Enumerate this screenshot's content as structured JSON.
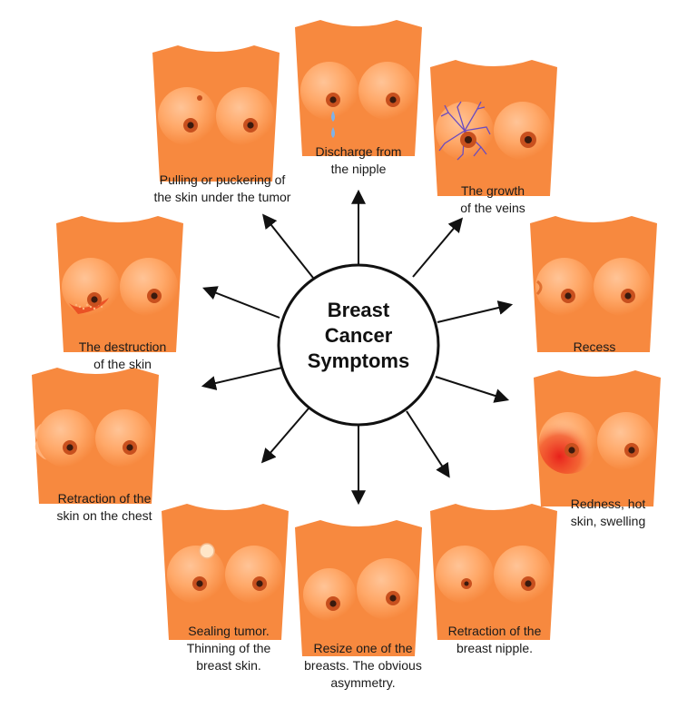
{
  "title": "Breast\nCancer\nSymptoms",
  "colors": {
    "skin": "#F7893F",
    "skin_light": "#FFB27A",
    "nipple_ring": "#C8501E",
    "nipple_center": "#3A1A0E",
    "vein": "#6A4BC0",
    "redness": "#E8211B",
    "arrow": "#111111",
    "hub_stroke": "#111111"
  },
  "symptoms": [
    {
      "id": "discharge",
      "label": "Discharge from\nthe nipple",
      "variant": "discharge"
    },
    {
      "id": "veins",
      "label": "The growth\nof the veins",
      "variant": "veins"
    },
    {
      "id": "recess",
      "label": "Recess",
      "variant": "recess"
    },
    {
      "id": "redness",
      "label": "Redness, hot\nskin, swelling",
      "variant": "redness"
    },
    {
      "id": "nipple-retraction",
      "label": "Retraction of the\nbreast nipple.",
      "variant": "nipple"
    },
    {
      "id": "asymmetry",
      "label": "Resize one of the\nbreasts. The obvious\nasymmetry.",
      "variant": "asymmetry"
    },
    {
      "id": "sealing-tumor",
      "label": "Sealing tumor.\nThinning of the\nbreast skin.",
      "variant": "lump"
    },
    {
      "id": "chest-retraction",
      "label": "Retraction of the\nskin on the chest",
      "variant": "chest"
    },
    {
      "id": "skin-destruction",
      "label": "The destruction\nof the skin",
      "variant": "destruction"
    },
    {
      "id": "puckering",
      "label": "Pulling or puckering of\nthe skin under the tumor",
      "variant": "pucker"
    }
  ]
}
